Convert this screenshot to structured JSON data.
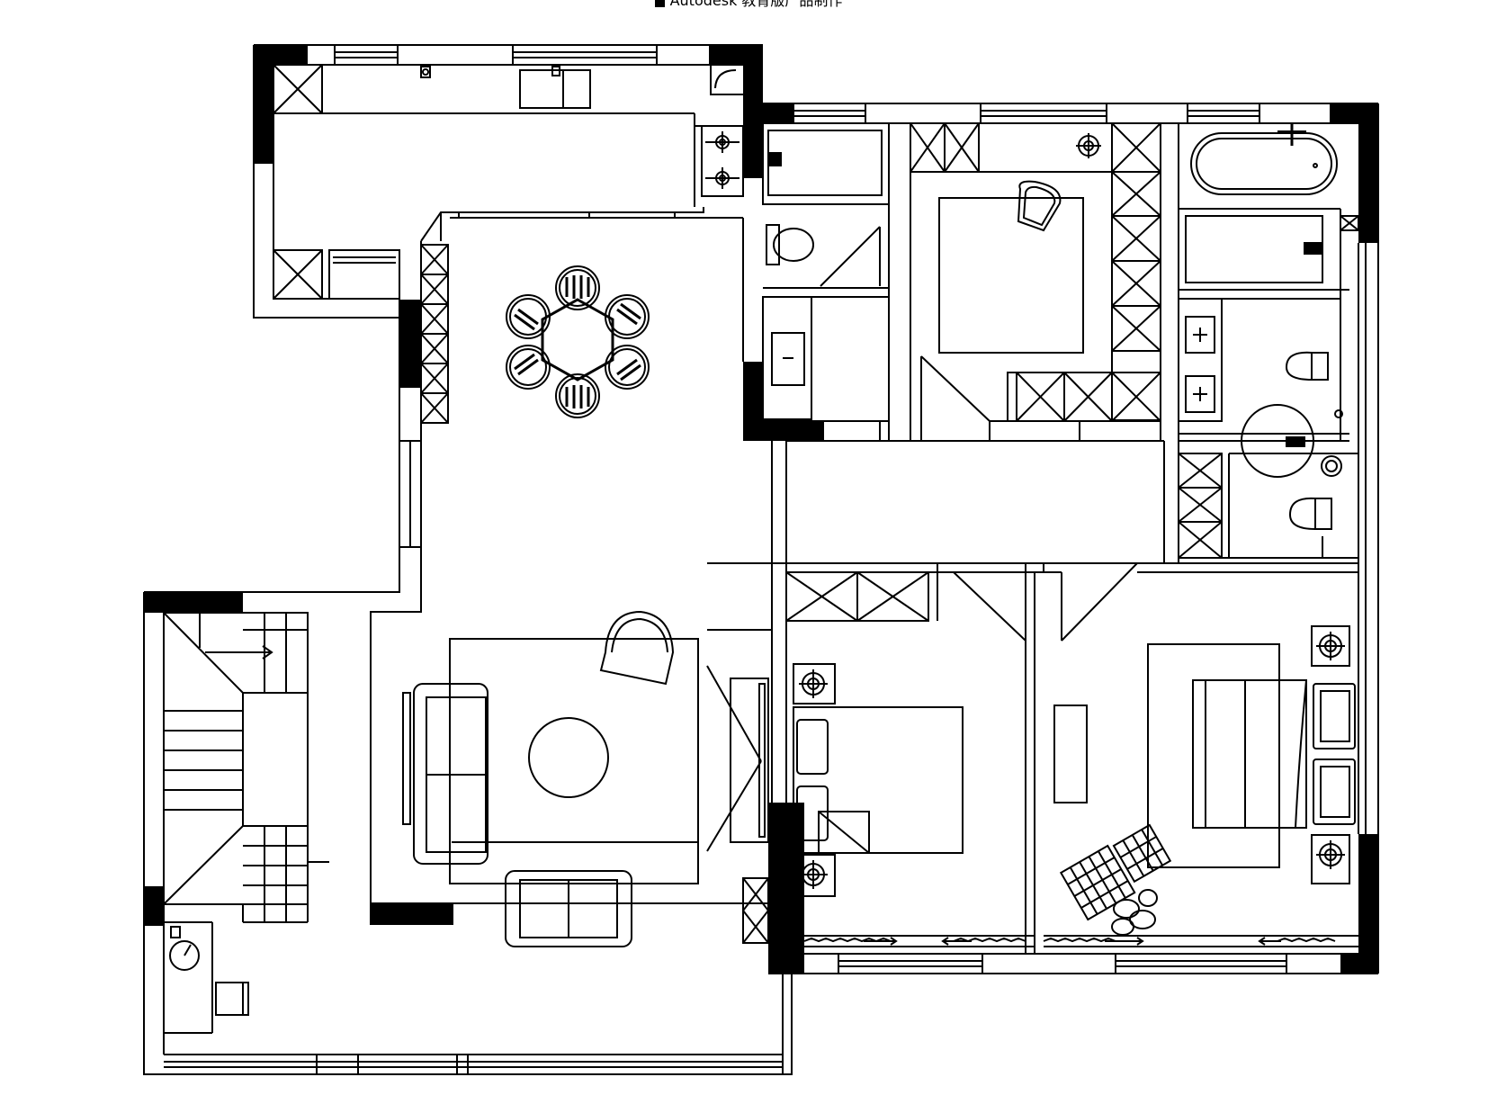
{
  "watermark": {
    "text": "Autodesk 教育版产品制作"
  },
  "colors": {
    "line": "#000000",
    "background": "#ffffff",
    "wall_fill": "#000000"
  },
  "drawing": {
    "type": "floor-plan",
    "stroke": "black on white"
  }
}
